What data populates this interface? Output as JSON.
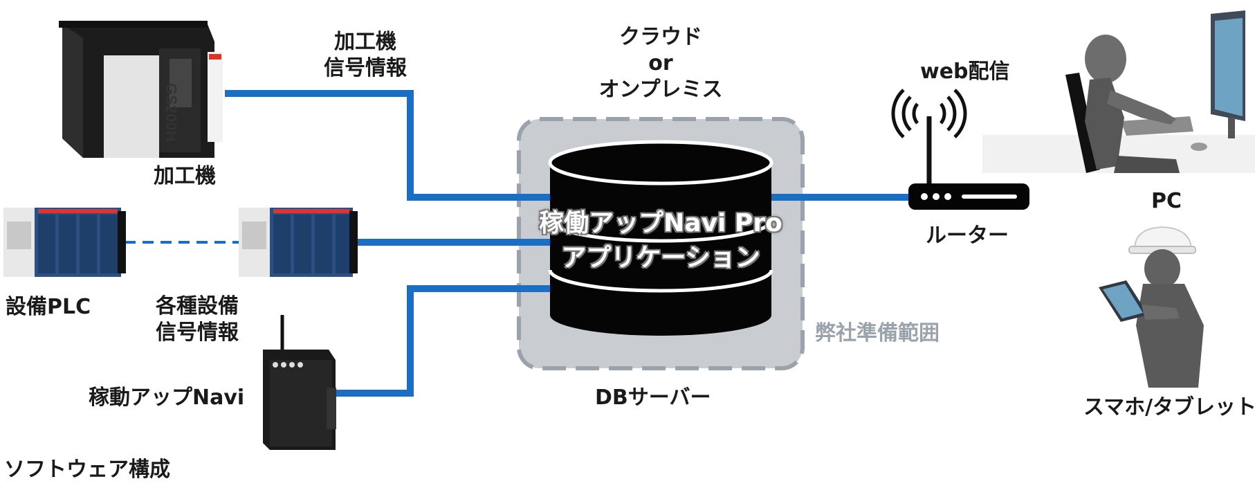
{
  "labels": {
    "machine_signal_line1": "加工機",
    "machine_signal_line2": "信号情報",
    "cloud_line1": "クラウド",
    "cloud_line2": "or",
    "cloud_line3": "オンプレミス",
    "web_delivery": "web配信",
    "machine": "加工機",
    "pc": "PC",
    "router": "ルーター",
    "plc": "設備PLC",
    "equipment_signal_line1": "各種設備",
    "equipment_signal_line2": "信号情報",
    "scope": "弊社準備範囲",
    "navi_device": "稼動アップNavi",
    "db_server": "DBサーバー",
    "smartphone": "スマホ/タブレット",
    "software_config": "ソフトウェア構成",
    "app_line1": "稼働アップNavi Pro",
    "app_line2": "アプリケーション"
  },
  "device_text": {
    "machine_brand": "GS200H"
  },
  "colors": {
    "connection": "#1a6fc4",
    "scope_fill": "#c9cdd1",
    "scope_border": "#9aa3ab",
    "database": "#050505"
  }
}
